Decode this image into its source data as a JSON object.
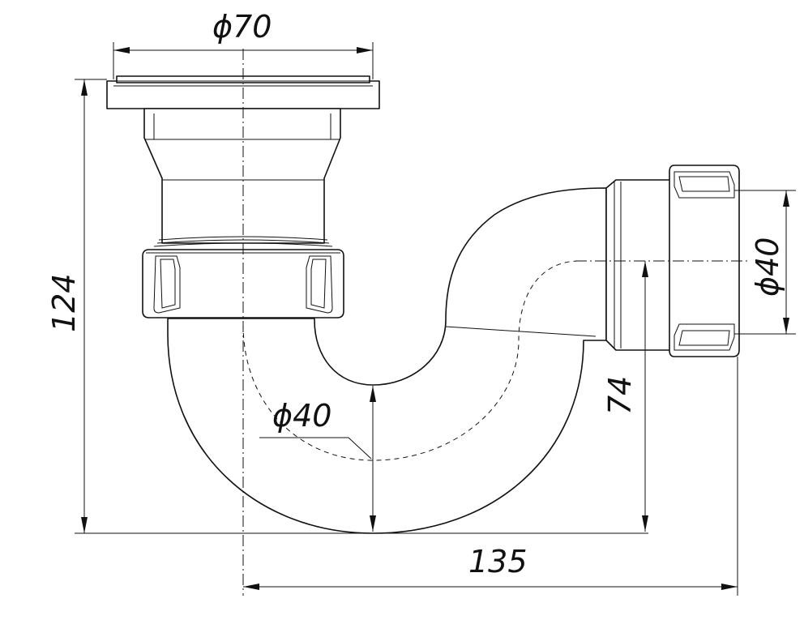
{
  "dimensions": {
    "top_diameter": "ϕ70",
    "overall_height": "124",
    "pipe_diameter": "ϕ40",
    "outlet_diameter": "ϕ40",
    "outlet_height": "74",
    "overall_width": "135"
  }
}
